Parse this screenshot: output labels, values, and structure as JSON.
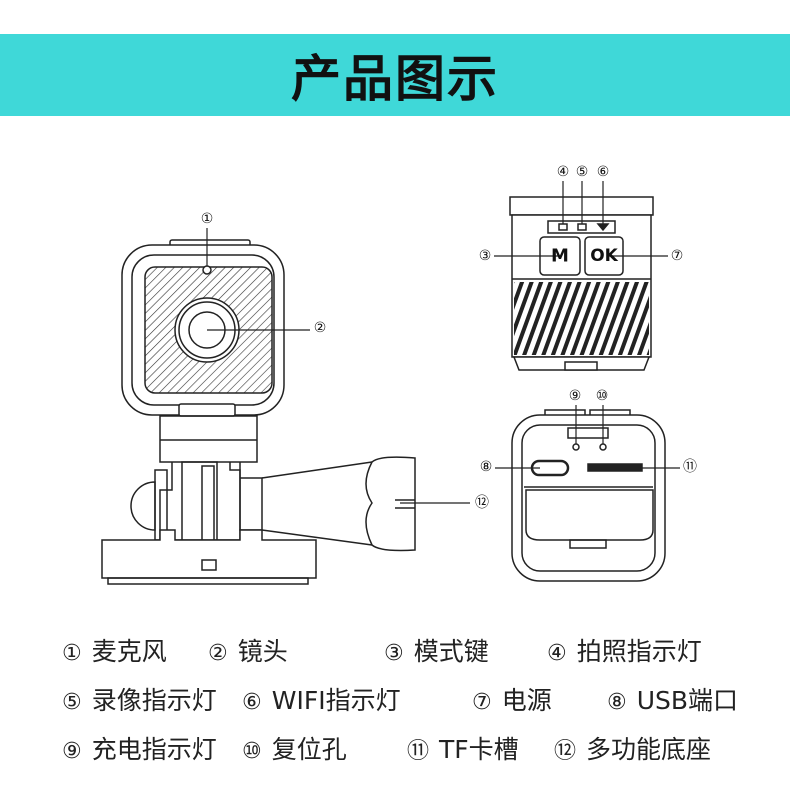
{
  "title": "产品图示",
  "callout_numbers": [
    "①",
    "②",
    "③",
    "④",
    "⑤",
    "⑥",
    "⑦",
    "⑧",
    "⑨",
    "⑩",
    "⑪",
    "⑫"
  ],
  "buttons": {
    "mode": "M",
    "ok": "OK"
  },
  "legend": [
    [
      {
        "num": "①",
        "label": "麦克风"
      },
      {
        "num": "②",
        "label": "镜头"
      },
      {
        "num": "③",
        "label": "模式键"
      },
      {
        "num": "④",
        "label": "拍照指示灯"
      }
    ],
    [
      {
        "num": "⑤",
        "label": "录像指示灯"
      },
      {
        "num": "⑥",
        "label": "WIFI指示灯"
      },
      {
        "num": "⑦",
        "label": "电源"
      },
      {
        "num": "⑧",
        "label": "USB端口"
      }
    ],
    [
      {
        "num": "⑨",
        "label": "充电指示灯"
      },
      {
        "num": "⑩",
        "label": "复位孔"
      },
      {
        "num": "⑪",
        "label": "TF卡槽"
      },
      {
        "num": "⑫",
        "label": "多功能底座"
      }
    ]
  ],
  "colors": {
    "banner": "#3fd8d8",
    "line": "#222222"
  }
}
